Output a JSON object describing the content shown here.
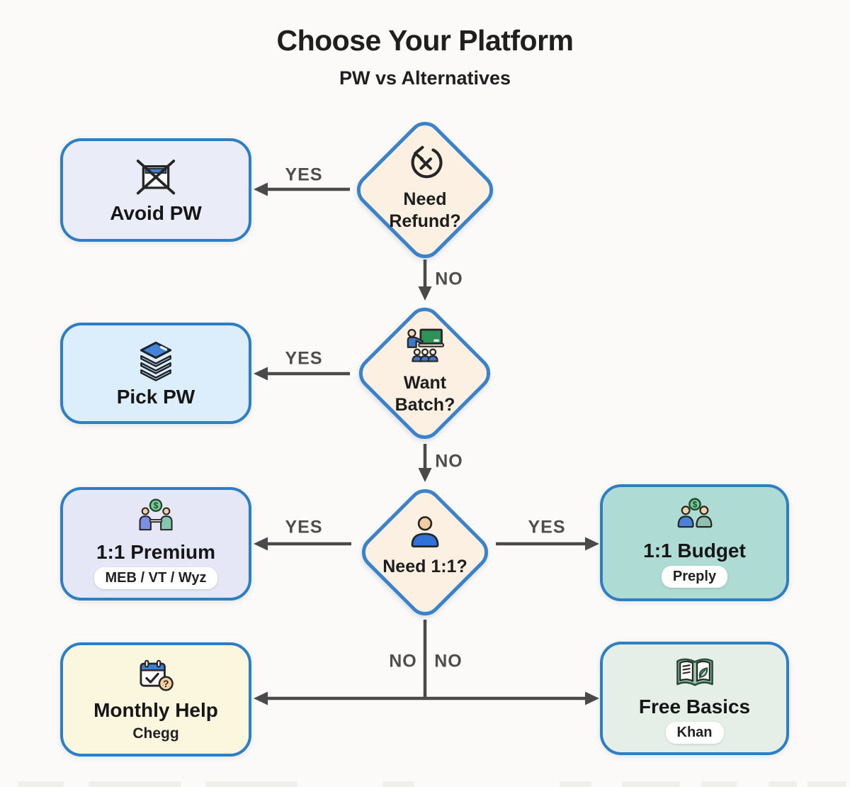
{
  "title": "Choose Your Platform",
  "subtitle": "PW vs Alternatives",
  "labels": {
    "yes": "YES",
    "no": "NO"
  },
  "decisions": [
    {
      "line1": "Need",
      "line2": "Refund?",
      "icon": "refund-cancel-icon"
    },
    {
      "line1": "Want",
      "line2": "Batch?",
      "icon": "classroom-icon"
    },
    {
      "line1": "Need 1:1?",
      "line2": "",
      "icon": "person-icon"
    }
  ],
  "outcomes": [
    {
      "label": "Avoid PW",
      "chip": "",
      "icon": "blocked-window-icon"
    },
    {
      "label": "Pick PW",
      "chip": "",
      "icon": "layers-icon"
    },
    {
      "label": "1:1 Premium",
      "chip": "MEB / VT / Wyz",
      "icon": "tutors-money-icon"
    },
    {
      "label": "1:1 Budget",
      "chip": "Preply",
      "icon": "people-money-icon"
    },
    {
      "label": "Monthly Help",
      "chip": "Chegg",
      "icon": "calendar-question-icon"
    },
    {
      "label": "Free Basics",
      "chip": "Khan",
      "icon": "book-leaf-icon"
    }
  ],
  "colors": {
    "canvas_bg": "#fbfaf8",
    "node_border": "#2e7ec3",
    "diamond_border": "#3b82c8",
    "diamond_fill": "#fbf0e1",
    "arrow": "#4a4a4a",
    "avoid_fill": "#eaecf8",
    "pick_fill": "#dceefb",
    "premium_fill": "#e6e7f6",
    "budget_fill": "#aedbd3",
    "monthly_fill": "#fbf7de",
    "free_fill": "#e5efe7",
    "accent_blue": "#3d7fd0",
    "board_green": "#2f9258",
    "coin_green": "#7ec896"
  }
}
